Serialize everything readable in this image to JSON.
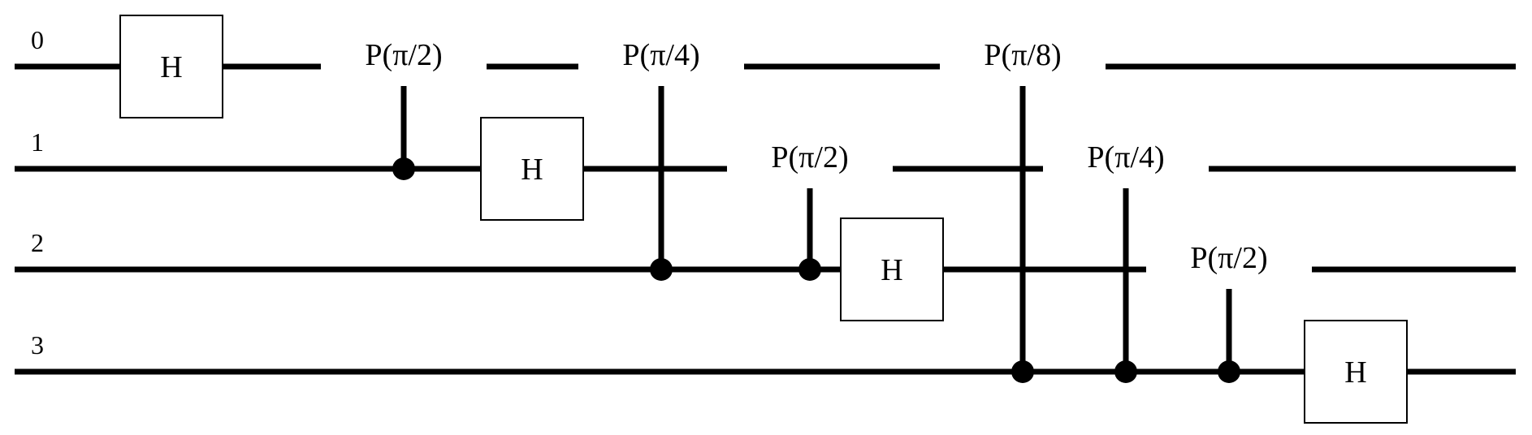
{
  "qubits": [
    {
      "label": "0"
    },
    {
      "label": "1"
    },
    {
      "label": "2"
    },
    {
      "label": "3"
    }
  ],
  "gates": [
    {
      "type": "H",
      "label": "H",
      "target": 0
    },
    {
      "type": "CP",
      "label": "P(π/2)",
      "target": 0,
      "control": 1
    },
    {
      "type": "CP",
      "label": "P(π/4)",
      "target": 0,
      "control": 2
    },
    {
      "type": "CP",
      "label": "P(π/8)",
      "target": 0,
      "control": 3
    },
    {
      "type": "H",
      "label": "H",
      "target": 1
    },
    {
      "type": "CP",
      "label": "P(π/2)",
      "target": 1,
      "control": 2
    },
    {
      "type": "CP",
      "label": "P(π/4)",
      "target": 1,
      "control": 3
    },
    {
      "type": "H",
      "label": "H",
      "target": 2
    },
    {
      "type": "CP",
      "label": "P(π/2)",
      "target": 2,
      "control": 3
    },
    {
      "type": "H",
      "label": "H",
      "target": 3
    }
  ]
}
